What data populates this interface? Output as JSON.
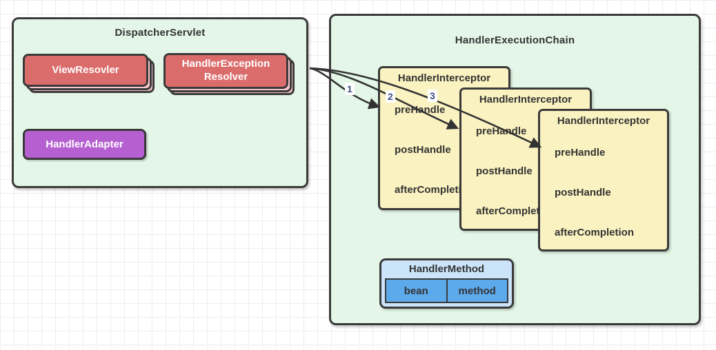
{
  "dispatcher_panel": {
    "title": "DispatcherServlet",
    "view_resolver_label": "ViewResovler",
    "exception_resolver_label": "HandlerException Resolver",
    "handler_adapter_label": "HandlerAdapter"
  },
  "chain_panel": {
    "title": "HandlerExecutionChain",
    "interceptors": [
      {
        "title": "HandlerInterceptor",
        "methods": [
          "preHandle",
          "postHandle",
          "afterCompletion"
        ]
      },
      {
        "title": "HandlerInterceptor",
        "methods": [
          "preHandle",
          "postHandle",
          "afterCompletion"
        ]
      },
      {
        "title": "HandlerInterceptor",
        "methods": [
          "preHandle",
          "postHandle",
          "afterCompletion"
        ]
      }
    ],
    "handler_method": {
      "title": "HandlerMethod",
      "cells": [
        "bean",
        "method"
      ]
    }
  },
  "arrows": [
    {
      "label": "1"
    },
    {
      "label": "2"
    },
    {
      "label": "3"
    }
  ],
  "colors": {
    "panel_fill": "#E3F6E7",
    "border": "#3A3A3A",
    "red_box": "#DB6C6C",
    "red_stack_layer": "#F9C8CD",
    "purple_box": "#B55FD0",
    "yellow_box": "#FAF2C0",
    "handler_method_fill": "#CBE4FA",
    "handler_method_cell": "#5CA9EC",
    "arrow_stroke": "#333333",
    "edge_label_text": "#3F4E86",
    "grid_line": "#EDEDF2"
  }
}
